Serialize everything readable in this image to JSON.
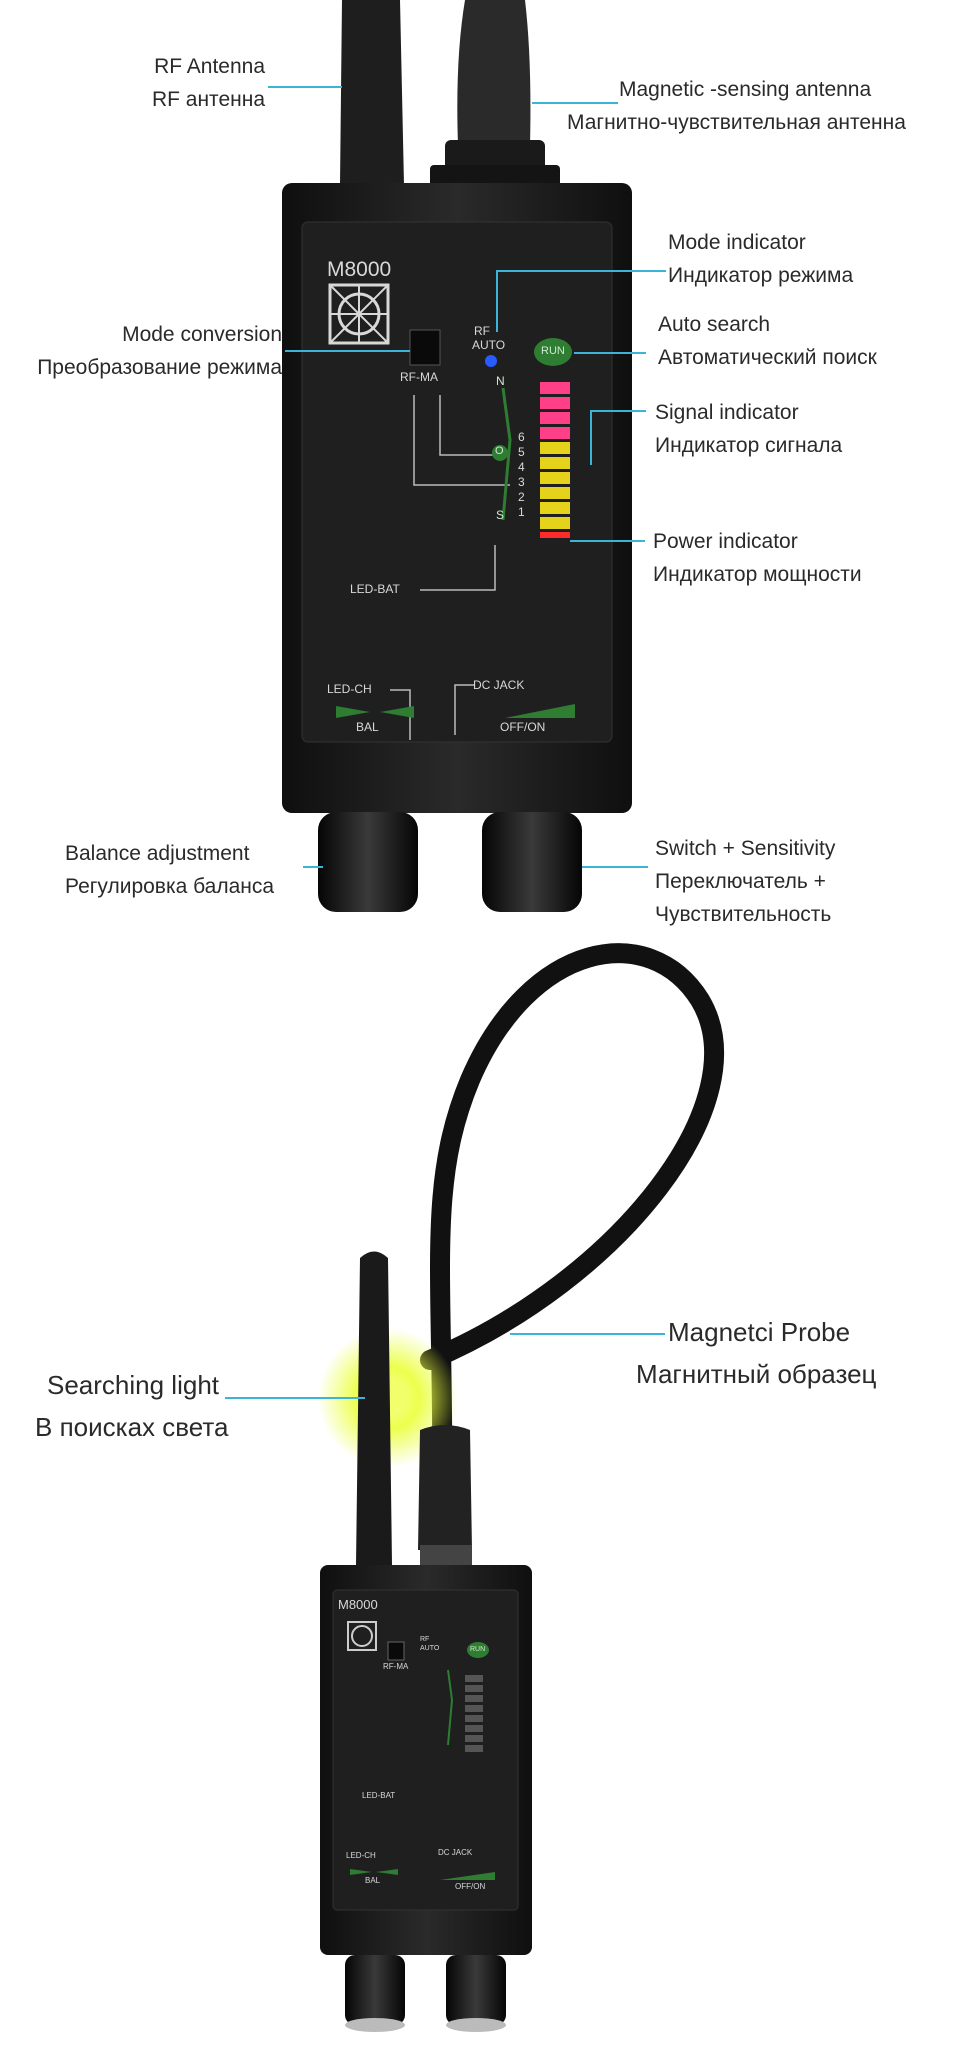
{
  "top_device": {
    "model": "M8000",
    "panel": {
      "rf_auto": [
        "RF",
        "AUTO"
      ],
      "run": "RUN",
      "rf_ma": "RF-MA",
      "n": "N",
      "s": "S",
      "o": "O",
      "scale": [
        "6",
        "5",
        "4",
        "3",
        "2",
        "1"
      ],
      "led_bat": "LED-BAT",
      "led_ch": "LED-CH",
      "bal": "BAL",
      "dc_jack": "DC JACK",
      "off_on": "OFF/ON"
    }
  },
  "labels": {
    "rf_antenna": [
      "RF Antenna",
      "RF антенна"
    ],
    "magnetic_antenna": [
      "Magnetic -sensing antenna",
      "Магнитно-чувствительная антенна"
    ],
    "mode_indicator": [
      "Mode indicator",
      "Индикатор режима"
    ],
    "mode_conversion": [
      "Mode conversion",
      "Преобразование режима"
    ],
    "auto_search": [
      "Auto search",
      "Автоматический поиск"
    ],
    "signal_indicator": [
      "Signal indicator",
      "Индикатор сигнала"
    ],
    "power_indicator": [
      "Power indicator",
      "Индикатор мощности"
    ],
    "balance_adjustment": [
      "Balance adjustment",
      "Регулировка баланса"
    ],
    "switch_sensitivity": [
      "Switch + Sensitivity",
      "Переключатель +",
      "Чувствительность"
    ],
    "magnetic_probe": [
      "Magnetci Probe",
      "Магнитный образец"
    ],
    "searching_light": [
      "Searching light",
      "В поисках света"
    ]
  },
  "bottom_device": {
    "model": "M8000",
    "panel": {
      "rf_auto": [
        "RF",
        "AUTO"
      ],
      "run": "RUN",
      "rf_ma": "RF-MA",
      "led_bat": "LED-BAT",
      "led_ch": "LED-CH",
      "bal": "BAL",
      "dc_jack": "DC JACK",
      "off_on": "OFF/ON"
    }
  },
  "colors": {
    "leader": "#3bb4d8",
    "device_body": "#1b1b1b",
    "led_pink": "#ff3f87",
    "led_yellow": "#e5d21a",
    "led_red": "#ff2a2a",
    "run_green": "#2e7d32",
    "mode_blue": "#2a5bff",
    "search_light": "#eaff3a"
  }
}
